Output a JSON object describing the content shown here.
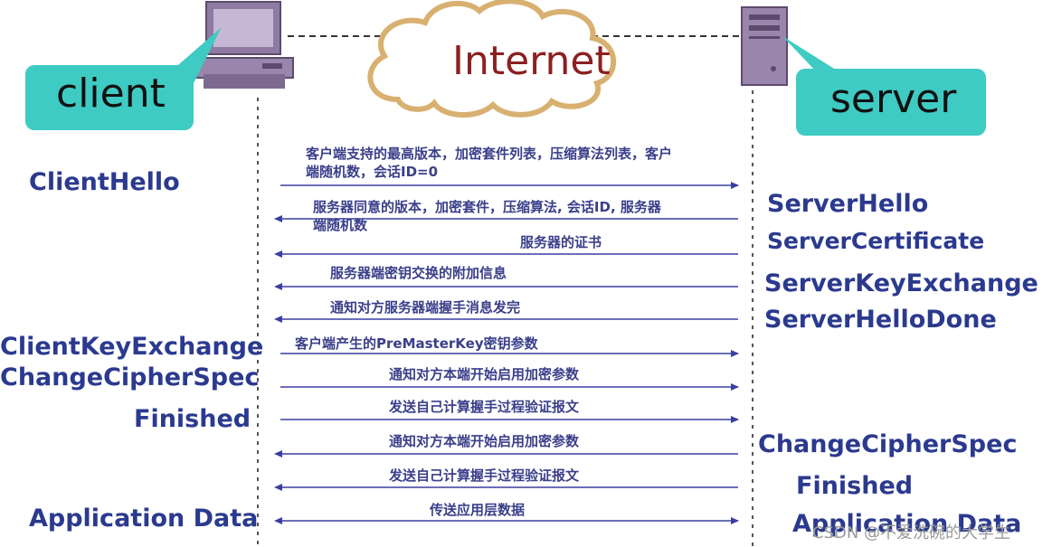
{
  "internet_label": "Internet",
  "client_label": "client",
  "server_label": "server",
  "left_steps": [
    "ClientHello",
    "ClientKeyExchange",
    "ChangeCipherSpec",
    "Finished",
    "Application Data"
  ],
  "right_steps": [
    "ServerHello",
    "ServerCertificate",
    "ServerKeyExchange",
    "ServerHelloDone",
    "ChangeCipherSpec",
    "Finished",
    "Application Data"
  ],
  "messages": [
    {
      "text": "客户端支持的最高版本，加密套件列表，压缩算法列表，客户",
      "text2": "端随机数，会话ID=0",
      "direction": "right"
    },
    {
      "text": "服务器同意的版本，加密套件，压缩算法, 会话ID, 服务器",
      "text2": "端随机数",
      "direction": "left"
    },
    {
      "text": "服务器的证书",
      "direction": "left"
    },
    {
      "text": "服务器端密钥交换的附加信息",
      "direction": "left"
    },
    {
      "text": "通知对方服务器端握手消息发完",
      "direction": "left"
    },
    {
      "text": "客户端产生的PreMasterKey密钥参数",
      "direction": "right"
    },
    {
      "text": "通知对方本端开始启用加密参数",
      "direction": "right"
    },
    {
      "text": "发送自己计算握手过程验证报文",
      "direction": "right"
    },
    {
      "text": "通知对方本端开始启用加密参数",
      "direction": "left"
    },
    {
      "text": "发送自己计算握手过程验证报文",
      "direction": "left"
    },
    {
      "text": "传送应用层数据",
      "direction": "both"
    }
  ],
  "watermark": "CSDN @不爱洗碗的大学生",
  "colors": {
    "bubble": "#3ecbc3",
    "step_text": "#2b3a8f",
    "internet_text": "#8b2020",
    "cloud_stroke": "#d8b070",
    "arrow": "#3a3fa0"
  }
}
